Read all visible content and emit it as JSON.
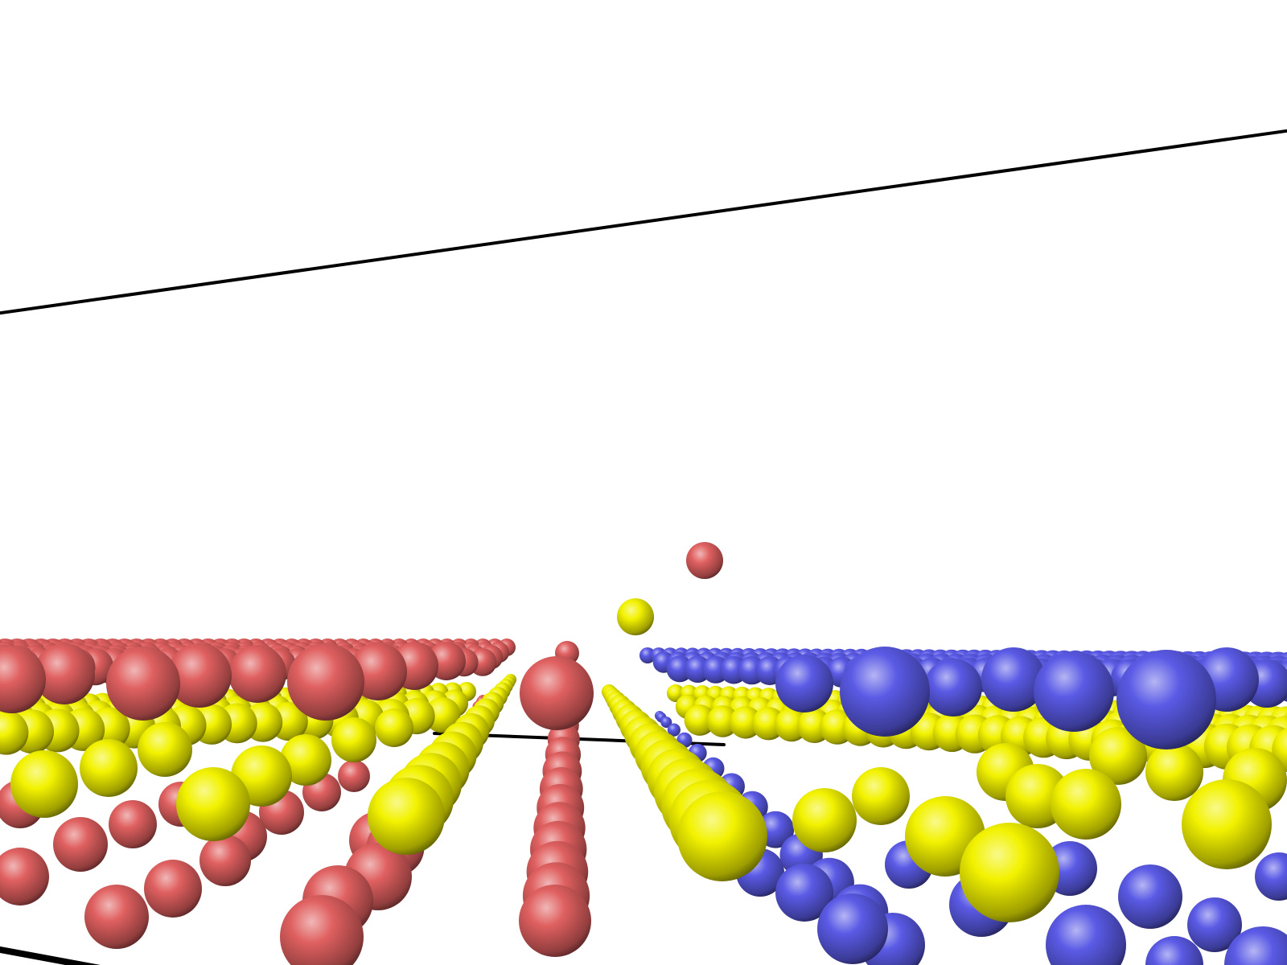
{
  "scene": {
    "background": "#ffffff",
    "edge_color": "#000000",
    "atom_types": [
      {
        "name": "red-atom",
        "color": "#e06060"
      },
      {
        "name": "yellow-atom",
        "color": "#f2f200"
      },
      {
        "name": "blue-atom",
        "color": "#5a5ae6"
      }
    ]
  }
}
